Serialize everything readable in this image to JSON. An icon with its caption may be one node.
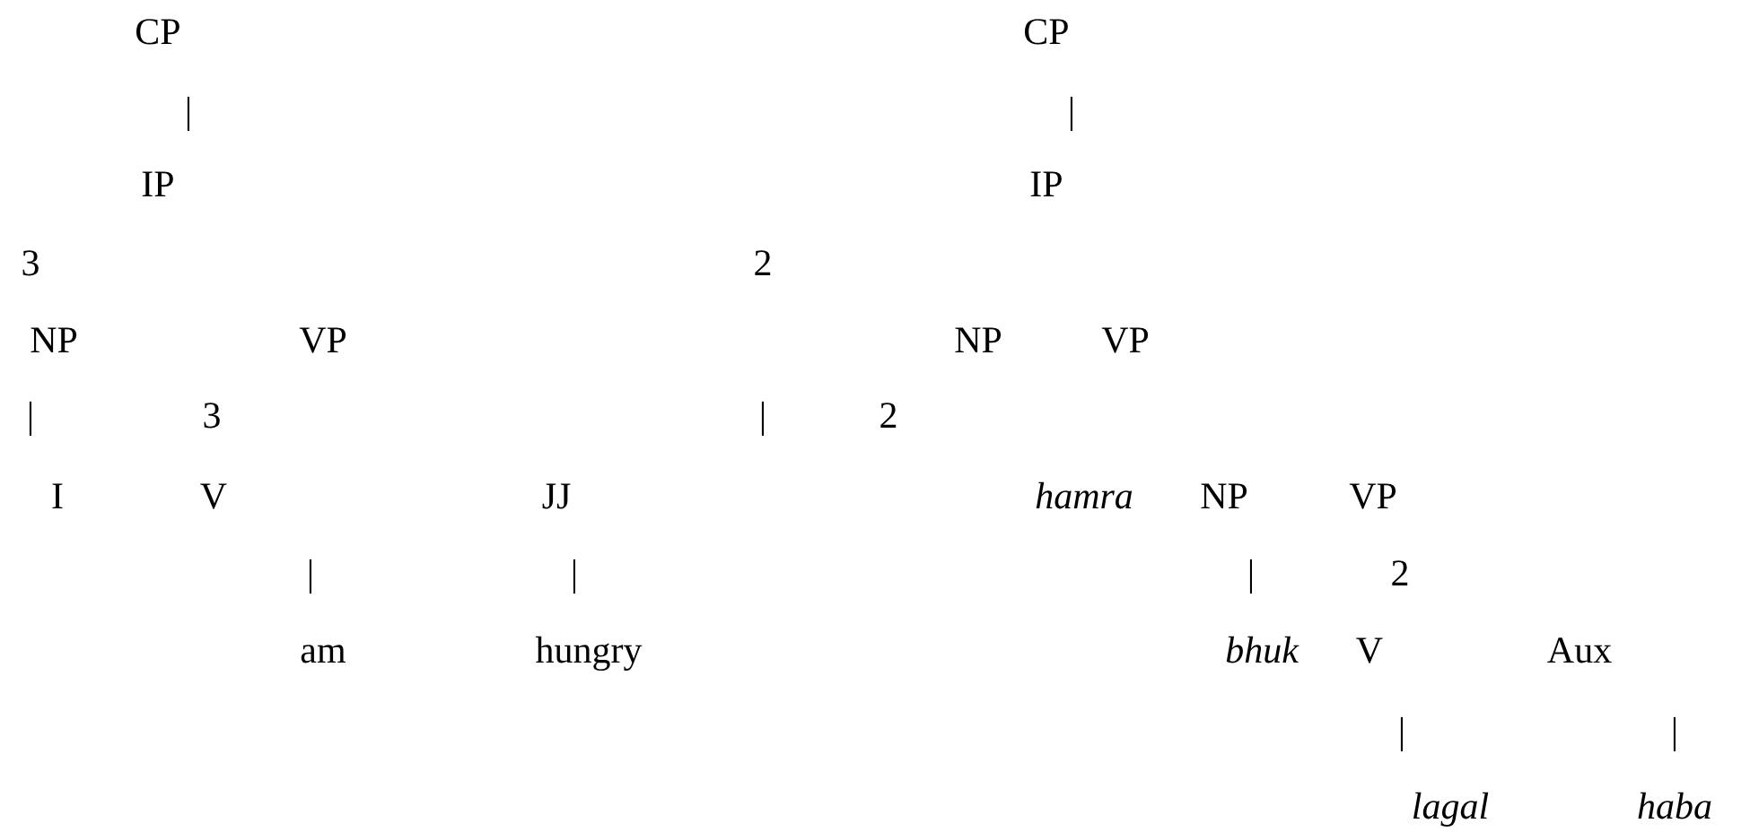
{
  "diagram": {
    "labels": [
      "CP",
      "CP",
      "|",
      "|",
      "IP",
      "IP",
      "3",
      "2",
      "NP",
      "VP",
      "NP",
      "VP",
      "|",
      "3",
      "|",
      "2",
      "I",
      "V",
      "JJ",
      "hamra",
      "NP",
      "VP",
      "|",
      "|",
      "|",
      "2",
      "am",
      "hungry",
      "bhuk",
      "V",
      "Aux",
      "|",
      "|",
      "lagal",
      "haba"
    ]
  }
}
